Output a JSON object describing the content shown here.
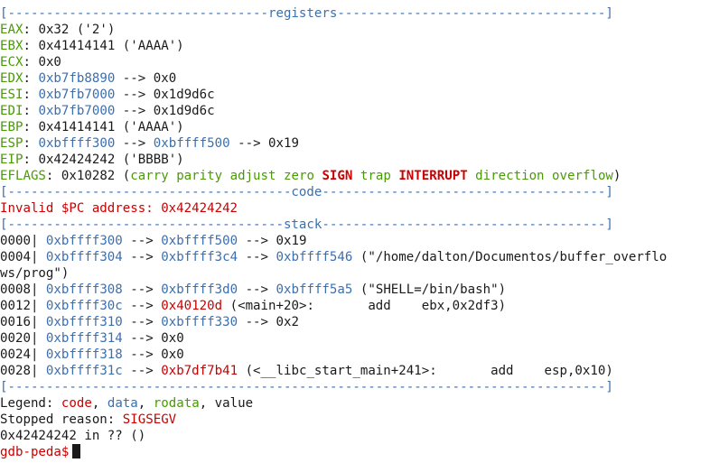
{
  "colors": {
    "address": "#3b6fb0",
    "register": "#4a9a06",
    "error": "#cc0000",
    "text": "#1a1a1a",
    "background": "#ffffff"
  },
  "sep_registers": "[----------------------------------registers-----------------------------------]",
  "registers": [
    {
      "name": "EAX",
      "colon": ": ",
      "p1": "0x32 ('2')"
    },
    {
      "name": "EBX",
      "colon": ": ",
      "p1": "0x41414141 ('AAAA')"
    },
    {
      "name": "ECX",
      "colon": ": ",
      "p1": "0x0"
    },
    {
      "name": "EDX",
      "colon": ": ",
      "addr1": "0xb7fb8890",
      "arrow1": " --> ",
      "p2": "0x0"
    },
    {
      "name": "ESI",
      "colon": ": ",
      "addr1": "0xb7fb7000",
      "arrow1": " --> ",
      "p2": "0x1d9d6c"
    },
    {
      "name": "EDI",
      "colon": ": ",
      "addr1": "0xb7fb7000",
      "arrow1": " --> ",
      "p2": "0x1d9d6c"
    },
    {
      "name": "EBP",
      "colon": ": ",
      "p1": "0x41414141 ('AAAA')"
    },
    {
      "name": "ESP",
      "colon": ": ",
      "addr1": "0xbffff300",
      "arrow1": " --> ",
      "addr2": "0xbffff500",
      "arrow2": " --> ",
      "p2": "0x19"
    },
    {
      "name": "EIP",
      "colon": ": ",
      "p1": "0x42424242 ('BBBB')"
    }
  ],
  "eflags": {
    "name": "EFLAGS",
    "value": ": 0x10282 (",
    "flags": [
      {
        "text": "carry",
        "set": false
      },
      {
        "text": " parity",
        "set": false
      },
      {
        "text": " adjust",
        "set": false
      },
      {
        "text": " zero",
        "set": false
      },
      {
        "text": " SIGN",
        "set": true
      },
      {
        "text": " trap",
        "set": false
      },
      {
        "text": " INTERRUPT",
        "set": true
      },
      {
        "text": " direction",
        "set": false
      },
      {
        "text": " overflow",
        "set": false
      }
    ],
    "close": ")"
  },
  "sep_code": "[-------------------------------------code-------------------------------------]",
  "invalid_pc": "Invalid $PC address: 0x42424242",
  "sep_stack": "[------------------------------------stack-------------------------------------]",
  "stack": [
    {
      "off": "0000| ",
      "addr": "0xbffff300",
      "a1": " --> ",
      "t1": "0xbffff500",
      "a2": " --> ",
      "rest": "0x19"
    },
    {
      "off": "0004| ",
      "addr": "0xbffff304",
      "a1": " --> ",
      "t1": "0xbffff3c4",
      "a2": " --> ",
      "t2": "0xbffff546",
      "rest": " (\"/home/dalton/Documentos/buffer_overflo"
    },
    {
      "cont": "ws/prog\")"
    },
    {
      "off": "0008| ",
      "addr": "0xbffff308",
      "a1": " --> ",
      "t1": "0xbffff3d0",
      "a2": " --> ",
      "t2": "0xbffff5a5",
      "rest": " (\"SHELL=/bin/bash\")"
    },
    {
      "off": "0012| ",
      "addr": "0xbffff30c",
      "a1": " --> ",
      "code": "0x40120d",
      "rest": " (<main+20>:       add    ebx,0x2df3)"
    },
    {
      "off": "0016| ",
      "addr": "0xbffff310",
      "a1": " --> ",
      "t1": "0xbffff330",
      "a2": " --> ",
      "rest": "0x2"
    },
    {
      "off": "0020| ",
      "addr": "0xbffff314",
      "a1": " --> ",
      "rest": "0x0"
    },
    {
      "off": "0024| ",
      "addr": "0xbffff318",
      "a1": " --> ",
      "rest": "0x0"
    },
    {
      "off": "0028| ",
      "addr": "0xbffff31c",
      "a1": " --> ",
      "code": "0xb7df7b41",
      "rest": " (<__libc_start_main+241>:       add    esp,0x10)"
    }
  ],
  "sep_end": "[------------------------------------------------------------------------------]",
  "legend": {
    "label": "Legend: ",
    "code": "code",
    "c1": ", ",
    "data": "data",
    "c2": ", ",
    "rodata": "rodata",
    "c3": ", ",
    "value": "value"
  },
  "stopped": {
    "label": "Stopped reason: ",
    "reason": "SIGSEGV"
  },
  "location": "0x42424242 in ?? ()",
  "prompt": "gdb-peda$"
}
